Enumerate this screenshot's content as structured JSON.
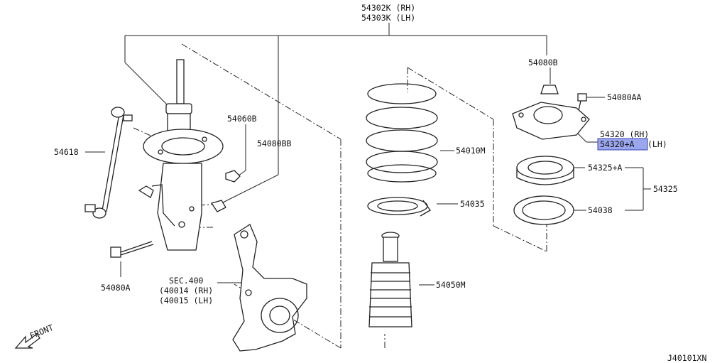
{
  "diagram_code": "J40101XN",
  "front_label": "FRONT",
  "colors": {
    "highlight": "#9aa6ee",
    "line": "#222222"
  },
  "labels": {
    "strut_rh": "54302K (RH)",
    "strut_lh": "54303K (LH)",
    "nut_top": "54080B",
    "bolt_mount": "54080AA",
    "mount_rh": "54320 (RH)",
    "mount_lh_code": "54320+A",
    "mount_lh_side": "(LH)",
    "spring": "54010M",
    "bearing": "54325+A",
    "bearing_kit": "54325",
    "bearing_seat": "54038",
    "spring_seat": "54035",
    "bumper": "54050M",
    "nut_strut": "54060B",
    "bolt_strut": "54080BB",
    "stabilizer_link": "54618",
    "bolt_knuckle": "54080A",
    "sec": "SEC.400",
    "knuckle_rh": "(40014 (RH)",
    "knuckle_lh": "(40015 (LH)"
  }
}
